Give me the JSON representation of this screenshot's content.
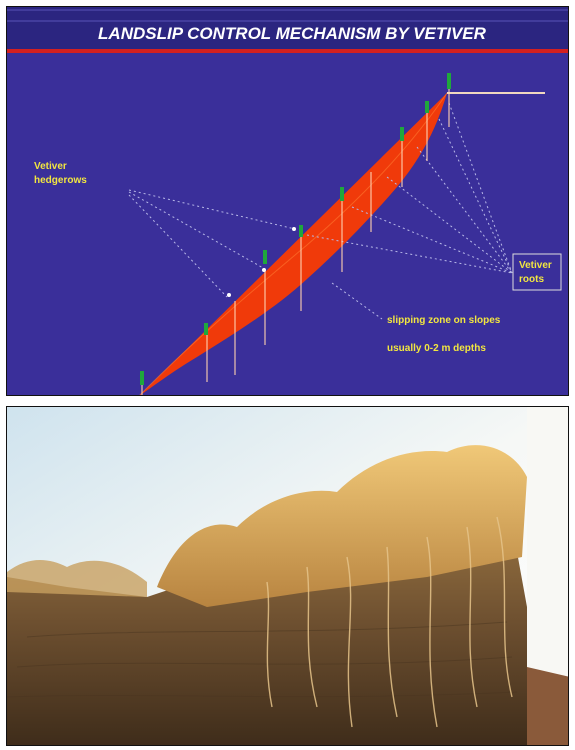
{
  "diagram": {
    "title": "LANDSLIP CONTROL MECHANISM  BY VETIVER",
    "label_hedgerows_line1": "Vetiver",
    "label_hedgerows_line2": "hedgerows",
    "label_roots_line1": "Vetiver",
    "label_roots_line2": "roots",
    "label_zone_line1": "slipping zone on slopes",
    "label_zone_line2": "usually 0-2 m depths",
    "colors": {
      "background": "#3a2f9a",
      "title_band": "#2b2580",
      "red_rule": "#d42020",
      "slip_zone": "#f03a0a",
      "label_text": "#f2e640",
      "title_text": "#ffffff",
      "vetiver_plant": "#1fa83c"
    }
  },
  "photo": {
    "subject": "vetiver hedgerow with exposed roots on eroded slope"
  }
}
